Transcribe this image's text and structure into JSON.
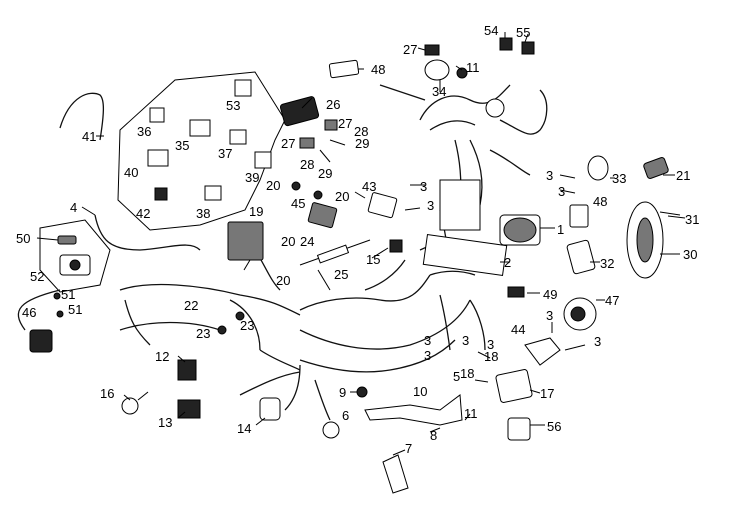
{
  "labels": [
    "1",
    "2",
    "3",
    "4",
    "5",
    "6",
    "7",
    "8",
    "9",
    "10",
    "11",
    "12",
    "13",
    "14",
    "15",
    "16",
    "17",
    "18",
    "19",
    "20",
    "21",
    "22",
    "23",
    "24",
    "25",
    "26",
    "27",
    "28",
    "29",
    "30",
    "31",
    "32",
    "33",
    "34",
    "35",
    "36",
    "37",
    "38",
    "39",
    "40",
    "41",
    "42",
    "43",
    "44",
    "45",
    "46",
    "47",
    "48",
    "49",
    "50",
    "51",
    "52",
    "53",
    "54",
    "55",
    "56"
  ]
}
